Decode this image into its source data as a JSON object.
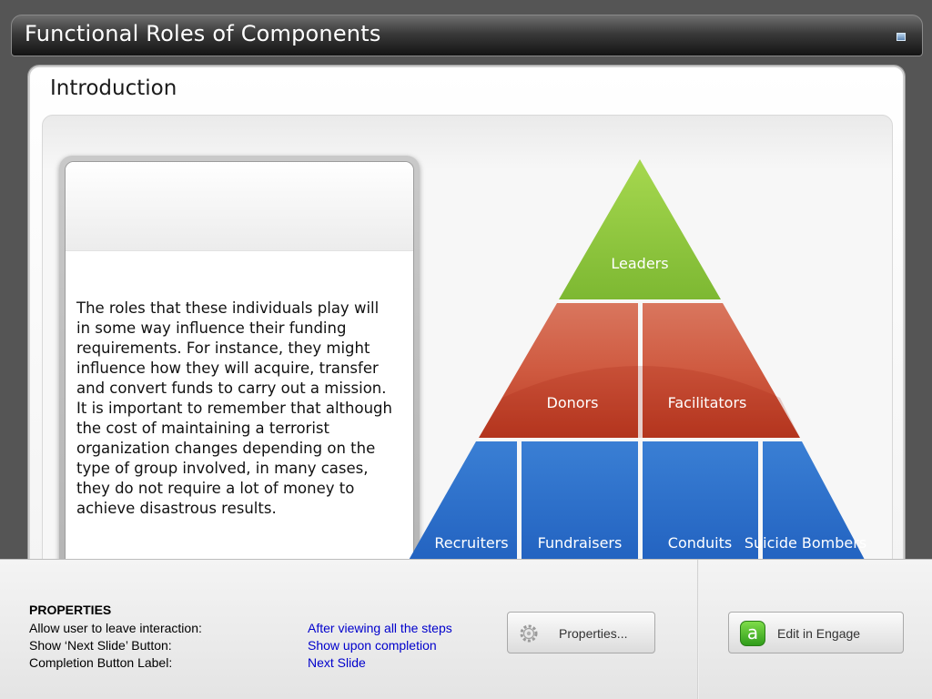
{
  "window": {
    "title": "Functional Roles of Components"
  },
  "slide": {
    "heading": "Introduction",
    "body_text": "The roles that these individuals play will in some way influence their funding requirements. For instance, they might influence how they will acquire, transfer and convert funds to carry out a mission.\nIt is important to remember that although the cost of maintaining a terrorist organization changes depending on the type of group involved, in many cases, they do not require a lot of money to achieve disastrous results."
  },
  "pyramid": {
    "top": "Leaders",
    "middle": [
      "Donors",
      "Facilitators"
    ],
    "bottom": [
      "Recruiters",
      "Fundraisers",
      "Conduits",
      "Suicide Bombers"
    ],
    "colors": {
      "green": "#8cc43f",
      "red": "#c9442c",
      "blue": "#1f63c3"
    }
  },
  "properties": {
    "title": "PROPERTIES",
    "rows": [
      {
        "label": "Allow user to leave interaction:",
        "value": "After viewing all the steps"
      },
      {
        "label": "Show ‘Next Slide’ Button:",
        "value": "Show upon completion"
      },
      {
        "label": "Completion Button Label:",
        "value": "Next Slide"
      }
    ],
    "properties_button": "Properties...",
    "engage_button": "Edit in Engage"
  }
}
